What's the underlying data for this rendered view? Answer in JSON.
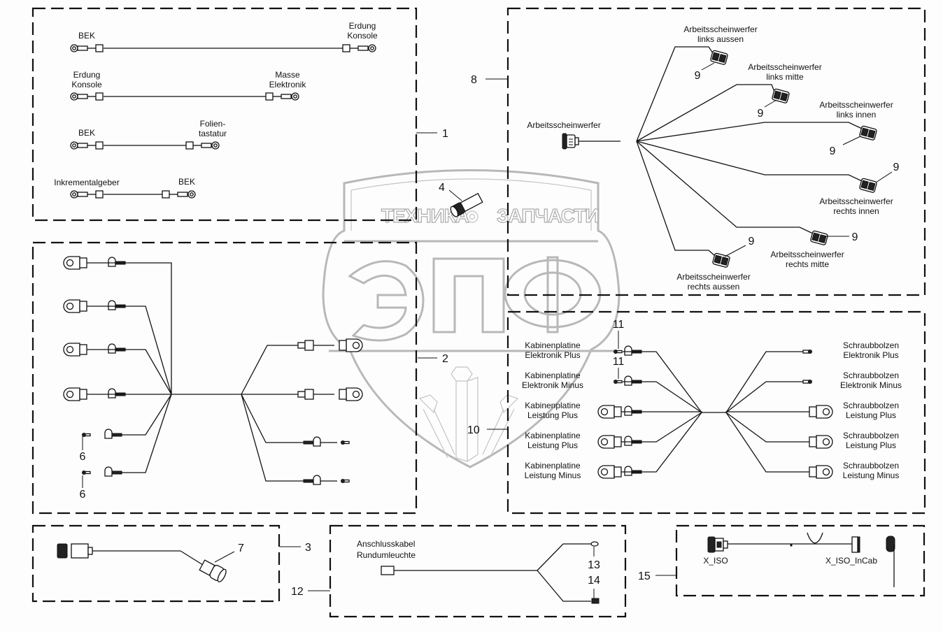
{
  "watermark": {
    "text_left": "ТЕХНИКА",
    "text_right": "ЗАПЧАСТИ",
    "logo_letters": [
      "Э",
      "П",
      "Ф"
    ]
  },
  "groups": [
    {
      "ref": "1",
      "cables": [
        {
          "from": "BEK",
          "to": [
            "Erdung",
            "Konsole"
          ]
        },
        {
          "from": [
            "Erdung",
            "Konsole"
          ],
          "to": [
            "Masse",
            "Elektronik"
          ]
        },
        {
          "from": "BEK",
          "to": [
            "Folien-",
            "tastatur"
          ]
        },
        {
          "from": "Inkrementalgeber",
          "to": "BEK"
        }
      ]
    },
    {
      "ref": "2",
      "callouts": [
        "6",
        "6"
      ]
    },
    {
      "ref": "3",
      "callouts": [
        "7"
      ]
    },
    {
      "ref": "4"
    },
    {
      "ref": "8",
      "source": "Arbeitsscheinwerfer",
      "branches": [
        {
          "label": [
            "Arbeitsscheinwerfer",
            "links aussen"
          ],
          "callout": "9"
        },
        {
          "label": [
            "Arbeitsscheinwerfer",
            "links mitte"
          ],
          "callout": "9"
        },
        {
          "label": [
            "Arbeitsscheinwerfer",
            "links innen"
          ],
          "callout": "9"
        },
        {
          "label": [
            "Arbeitsscheinwerfer",
            "rechts innen"
          ],
          "callout": "9"
        },
        {
          "label": [
            "Arbeitsscheinwerfer",
            "rechts mitte"
          ],
          "callout": "9"
        },
        {
          "label": [
            "Arbeitsscheinwerfer",
            "rechts aussen"
          ],
          "callout": "9"
        }
      ]
    },
    {
      "ref": "10",
      "left": [
        {
          "label": [
            "Kabinenplatine",
            "Elektronik Plus"
          ],
          "callout": "11"
        },
        {
          "label": [
            "Kabinenplatine",
            "Elektronik Minus"
          ],
          "callout": "11"
        },
        {
          "label": [
            "Kabinenplatine",
            "Leistung Plus"
          ]
        },
        {
          "label": [
            "Kabinenplatine",
            "Leistung Plus"
          ]
        },
        {
          "label": [
            "Kabinenplatine",
            "Leistung Minus"
          ]
        }
      ],
      "right": [
        {
          "label": [
            "Schraubbolzen",
            "Elektronik Plus"
          ]
        },
        {
          "label": [
            "Schraubbolzen",
            "Elektronik Minus"
          ]
        },
        {
          "label": [
            "Schraubbolzen",
            "Leistung Plus"
          ]
        },
        {
          "label": [
            "Schraubbolzen",
            "Leistung Plus"
          ]
        },
        {
          "label": [
            "Schraubbolzen",
            "Leistung Minus"
          ]
        }
      ]
    },
    {
      "ref": "12",
      "label": [
        "Anschlusskabel",
        "Rundumleuchte"
      ],
      "callouts": [
        "13",
        "14"
      ]
    },
    {
      "ref": "15",
      "ends": [
        "X_ISO",
        "X_ISO_InCab"
      ]
    }
  ]
}
